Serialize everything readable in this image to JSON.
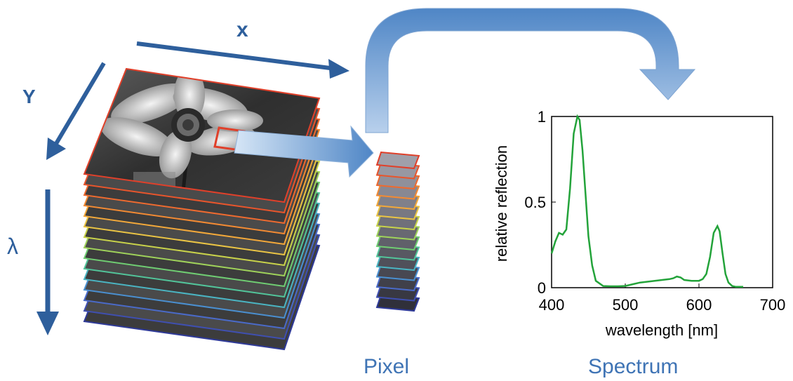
{
  "labels": {
    "x_axis": "x",
    "y_axis": "Y",
    "lambda_axis": "λ",
    "pixel_caption": "Pixel",
    "spectrum_caption": "Spectrum"
  },
  "colors": {
    "arrow_blue": "#2e5f9c",
    "pixel_arrow_light": "#d6e6f6",
    "pixel_arrow_dark": "#4f86c6",
    "caption_blue": "#3f74b5",
    "spectrum_line": "#23a33a",
    "layer_colors": [
      "#e0402a",
      "#e8552c",
      "#ee6a2f",
      "#f28a33",
      "#f2a83a",
      "#eac444",
      "#c8d24a",
      "#9fd25a",
      "#6fcc72",
      "#52c49a",
      "#4ab4c2",
      "#4a8fd0",
      "#4a6ac8",
      "#3f4fb0",
      "#2f3a98"
    ]
  },
  "chart_data": {
    "type": "line",
    "title": "",
    "xlabel": "wavelength [nm]",
    "ylabel": "relative reflection",
    "xlim": [
      400,
      700
    ],
    "ylim": [
      0,
      1
    ],
    "xticks": [
      "400",
      "500",
      "600",
      "700"
    ],
    "yticks": [
      "0",
      "0.5",
      "1"
    ],
    "grid": false,
    "legend": "none",
    "series": [
      {
        "x": [
          400,
          405,
          410,
          415,
          420,
          425,
          430,
          435,
          438,
          442,
          446,
          450,
          455,
          460,
          470,
          480,
          490,
          500,
          510,
          520,
          530,
          540,
          550,
          560,
          565,
          570,
          575,
          580,
          590,
          600,
          605,
          610,
          615,
          620,
          625,
          628,
          632,
          636,
          640,
          645,
          650,
          660
        ],
        "y": [
          0.2,
          0.27,
          0.32,
          0.31,
          0.34,
          0.58,
          0.9,
          1.0,
          0.98,
          0.8,
          0.55,
          0.3,
          0.13,
          0.04,
          0.01,
          0.008,
          0.008,
          0.01,
          0.02,
          0.03,
          0.035,
          0.04,
          0.045,
          0.05,
          0.055,
          0.065,
          0.06,
          0.045,
          0.04,
          0.04,
          0.05,
          0.08,
          0.18,
          0.32,
          0.36,
          0.33,
          0.2,
          0.08,
          0.03,
          0.01,
          0.005,
          0.005
        ]
      }
    ]
  }
}
